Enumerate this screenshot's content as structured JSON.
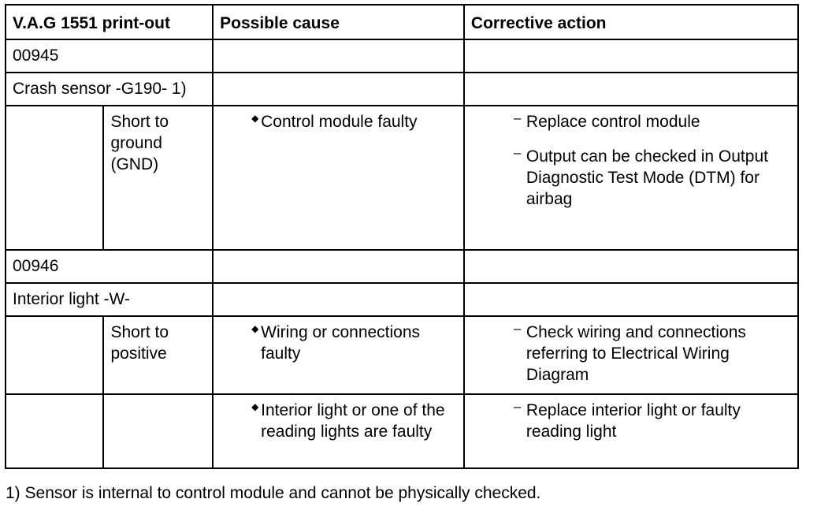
{
  "headers": {
    "printout": "V.A.G 1551 print-out",
    "cause": "Possible cause",
    "action": "Corrective action"
  },
  "blocks": [
    {
      "code": "00945",
      "component": "Crash sensor -G190- 1)",
      "rows": [
        {
          "fault": "Short to ground (GND)",
          "cause": "Control module faulty",
          "actions": [
            "Replace control module",
            "Output can be checked in Output Diagnostic Test Mode (DTM) for airbag"
          ]
        }
      ]
    },
    {
      "code": "00946",
      "component": "Interior light -W-",
      "rows": [
        {
          "fault": "Short to positive",
          "cause": "Wiring or connections faulty",
          "actions": [
            "Check wiring and connections referring to Electrical Wiring Diagram"
          ]
        },
        {
          "fault": "",
          "cause": "Interior light or one of the reading lights are faulty",
          "actions": [
            "Replace interior light or faulty reading light"
          ]
        }
      ]
    }
  ],
  "footnote": "1) Sensor is internal to control module and cannot be physically checked.",
  "symbols": {
    "bullet": "◆",
    "dash": "–"
  }
}
